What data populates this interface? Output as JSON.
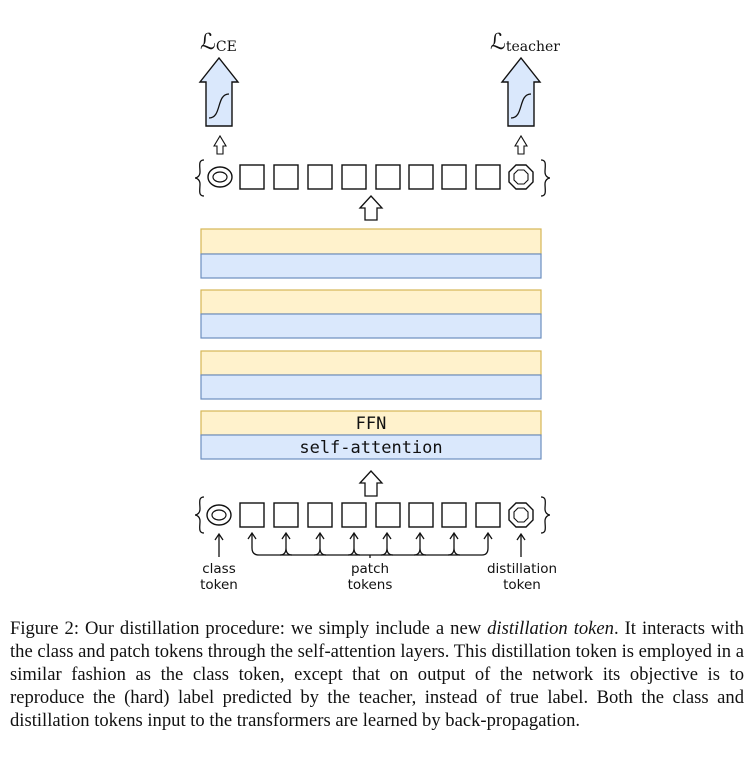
{
  "figure": {
    "loss_ce": {
      "symbol": "ℒ",
      "subscript": "CE"
    },
    "loss_teacher": {
      "symbol": "ℒ",
      "subscript": "teacher"
    },
    "layer_labels": {
      "ffn": "FFN",
      "attention": "self-attention"
    },
    "token_labels": {
      "class_line1": "class",
      "class_line2": "token",
      "patch_line1": "patch",
      "patch_line2": "tokens",
      "distill_line1": "distillation",
      "distill_line2": "token"
    },
    "colors": {
      "ffn_fill": "#fff2cc",
      "ffn_stroke": "#d6b656",
      "attn_fill": "#dae8fc",
      "attn_stroke": "#6c8ebf",
      "arrow_fill": "#dae8fc"
    }
  },
  "caption": {
    "part1": "Figure 2: Our distillation procedure: we simply include a new ",
    "emph": "distillation token",
    "part2": ". It interacts with the class and patch tokens through the self-attention layers. This distillation token is employed in a similar fashion as the class token, except that on output of the network its objective is to reproduce the (hard) label predicted by the teacher, instead of true label. Both the class and distillation tokens input to the transformers are learned by back-propagation."
  }
}
